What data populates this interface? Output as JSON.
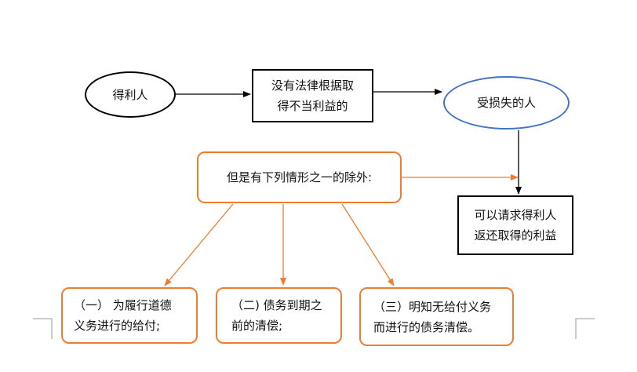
{
  "colors": {
    "black": "#000000",
    "blue": "#4472c4",
    "orange": "#ed7d31"
  },
  "nodes": {
    "beneficiary": "得利人",
    "no_legal_basis": [
      "没有法律根据取",
      "得不当利益的"
    ],
    "injured_party": "受损失的人",
    "exception": "但是有下列情形之一的除外:",
    "claim": [
      "可以请求得利人",
      "返还取得的利益"
    ],
    "case1": [
      "（一） 为履行道德",
      "义务进行的给付;"
    ],
    "case2": [
      "（二) 债务到期之",
      "前的清偿;"
    ],
    "case3": [
      "（三）明知无给付义务",
      "而进行的债务清偿。"
    ]
  }
}
